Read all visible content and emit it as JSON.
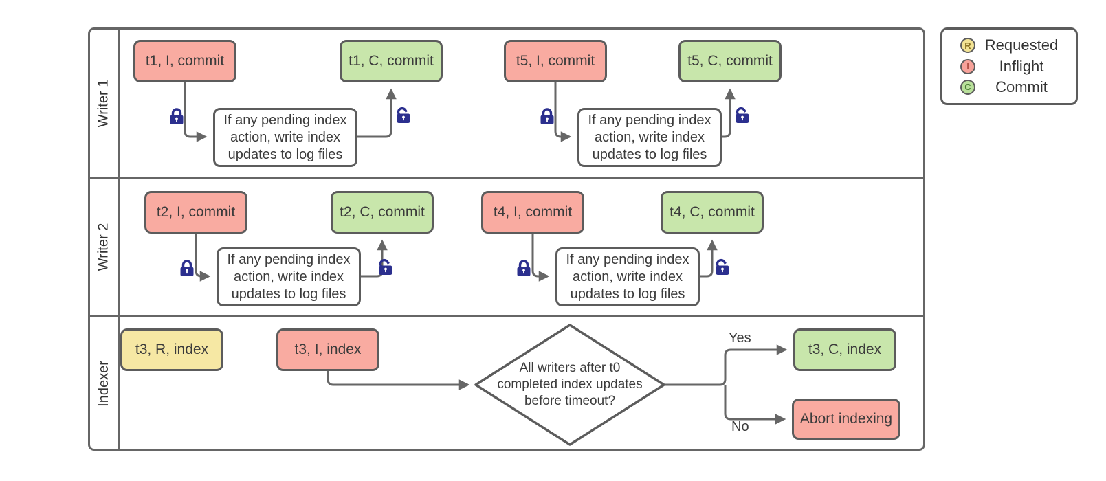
{
  "lanes": [
    {
      "label": "Writer 1"
    },
    {
      "label": "Writer 2"
    },
    {
      "label": "Indexer"
    }
  ],
  "process_text": "If any pending index action, write index updates to log files",
  "nodes": {
    "t1_inflight": "t1, I, commit",
    "t1_commit": "t1, C, commit",
    "t5_inflight": "t5, I, commit",
    "t5_commit": "t5, C, commit",
    "t2_inflight": "t2, I, commit",
    "t2_commit": "t2, C, commit",
    "t4_inflight": "t4, I, commit",
    "t4_commit": "t4, C, commit",
    "t3_requested": "t3, R, index",
    "t3_inflight": "t3, I, index",
    "t3_commit": "t3, C, index",
    "abort": "Abort indexing"
  },
  "decision": {
    "question": "All writers after t0 completed index updates before timeout?"
  },
  "branches": {
    "yes": "Yes",
    "no": "No"
  },
  "legend": {
    "items": [
      {
        "letter": "R",
        "label": "Requested"
      },
      {
        "letter": "I",
        "label": "Inflight"
      },
      {
        "letter": "C",
        "label": "Commit"
      }
    ]
  },
  "icons": {
    "lock_closed": "closed padlock on arrow entering index-update step",
    "lock_open": "open padlock on arrow leaving index-update step"
  },
  "colors": {
    "requested_fill": "#f6e8a4",
    "inflight_fill": "#f9aba1",
    "commit_fill": "#c8e6ab",
    "lock": "#2b2f8e",
    "line": "#666666",
    "node_border": "#5c5c5c",
    "text": "#3b3b3b"
  }
}
